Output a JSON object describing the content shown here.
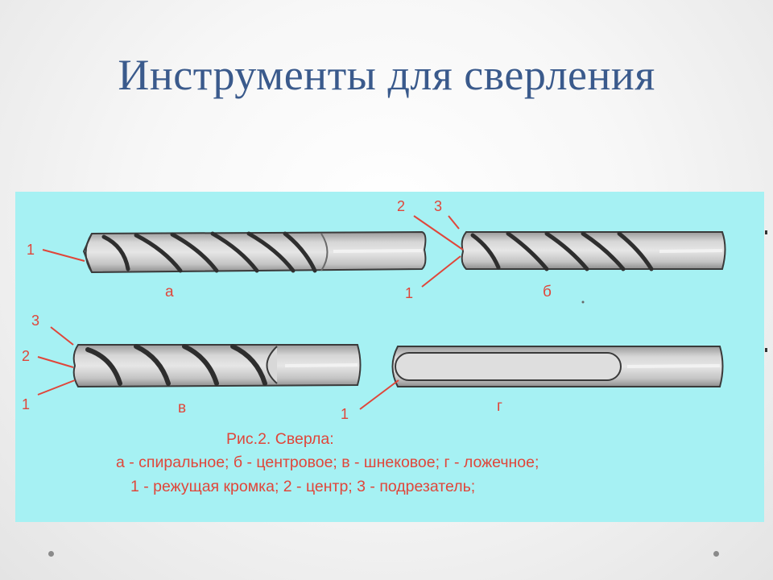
{
  "slide": {
    "title": "Инструменты для сверления"
  },
  "figure": {
    "caption": [
      "Рис.2.  Сверла:",
      "а - спиральное; б - центровое; в - шнековое; г - ложечное;",
      "1 - режущая кромка; 2 - центр; 3 - подрезатель;"
    ],
    "drills": [
      {
        "letter": "а",
        "callouts": [
          "1"
        ]
      },
      {
        "letter": "б",
        "callouts": [
          "2",
          "3",
          "1"
        ]
      },
      {
        "letter": "в",
        "callouts": [
          "3",
          "2",
          "1"
        ]
      },
      {
        "letter": "г",
        "callouts": [
          "1"
        ]
      }
    ],
    "colors": {
      "background": "#a6f1f3",
      "drill_body": "#c9c9c9",
      "outline": "#3a3a3a",
      "callout": "#e0463a",
      "caption": "#e0463a",
      "title": "#3a5a8c"
    }
  }
}
